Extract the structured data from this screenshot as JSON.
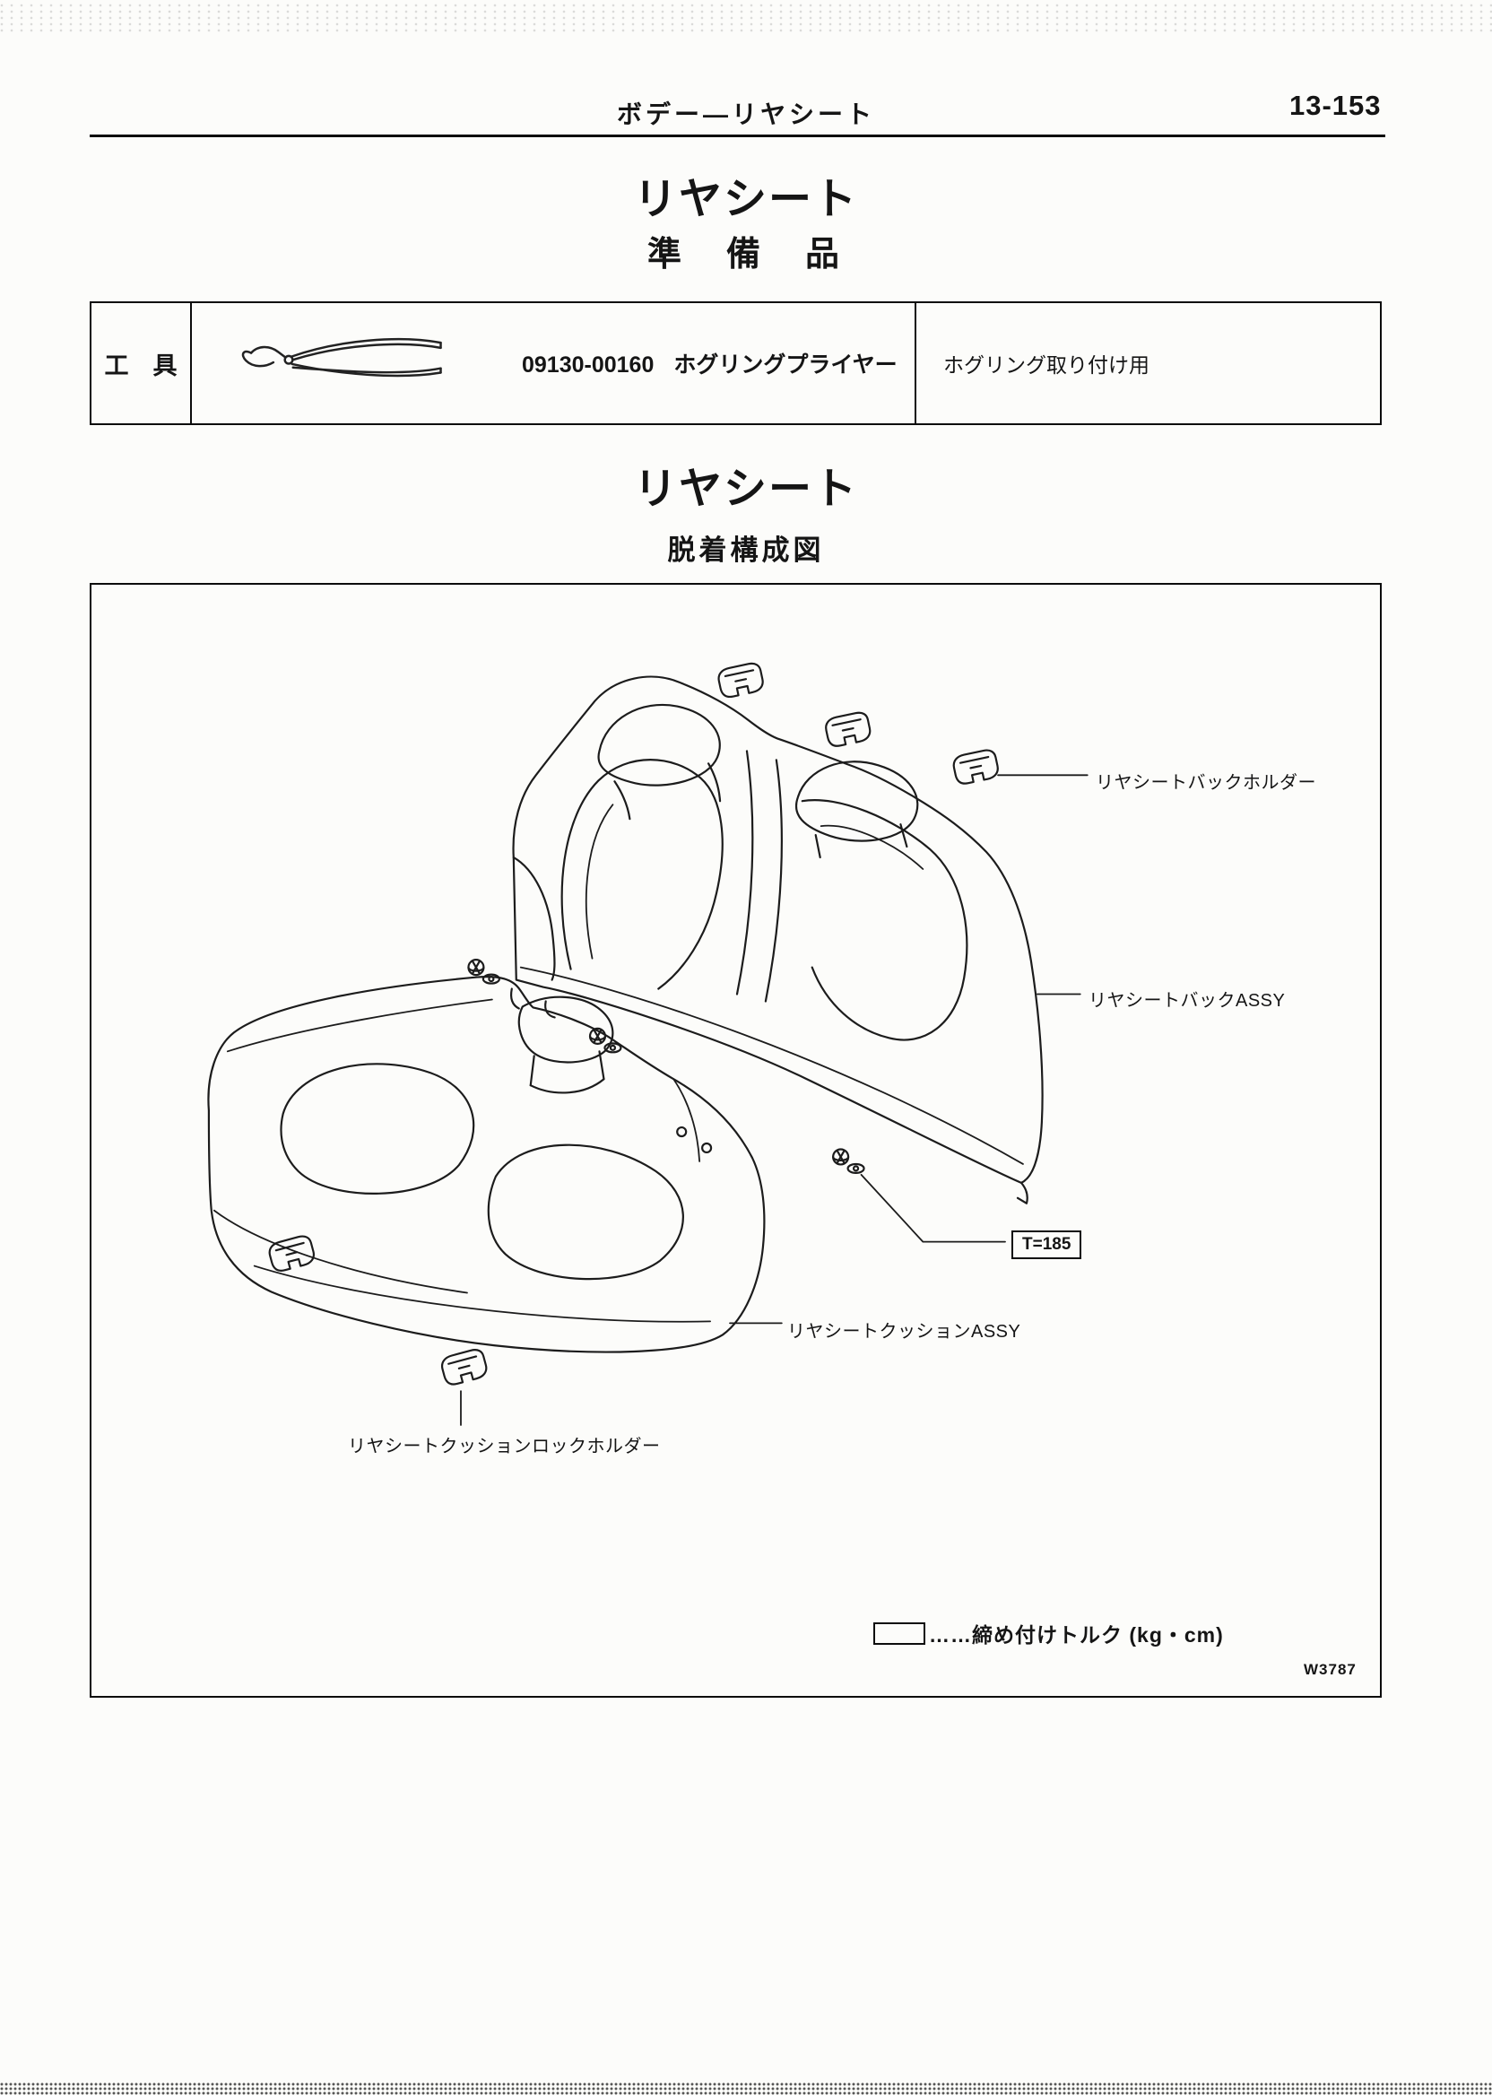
{
  "header": {
    "title": "ボデー―リヤシート",
    "page_number": "13-153"
  },
  "section1": {
    "title": "リヤシート",
    "subtitle": "準　備　品"
  },
  "tools_table": {
    "row_label": "工　具",
    "part_number": "09130-00160",
    "part_name": "ホグリングプライヤー",
    "usage": "ホグリング取り付け用"
  },
  "section2": {
    "title": "リヤシート",
    "subtitle": "脱着構成図"
  },
  "figure": {
    "labels": {
      "back_holder": "リヤシートバックホルダー",
      "back_assy": "リヤシートバックASSY",
      "torque_value": "T=185",
      "cushion_assy": "リヤシートクッションASSY",
      "cushion_lock_holder": "リヤシートクッションロックホルダー"
    },
    "legend_text": "……締め付けトルク (kg・cm)",
    "figure_code": "W3787"
  }
}
